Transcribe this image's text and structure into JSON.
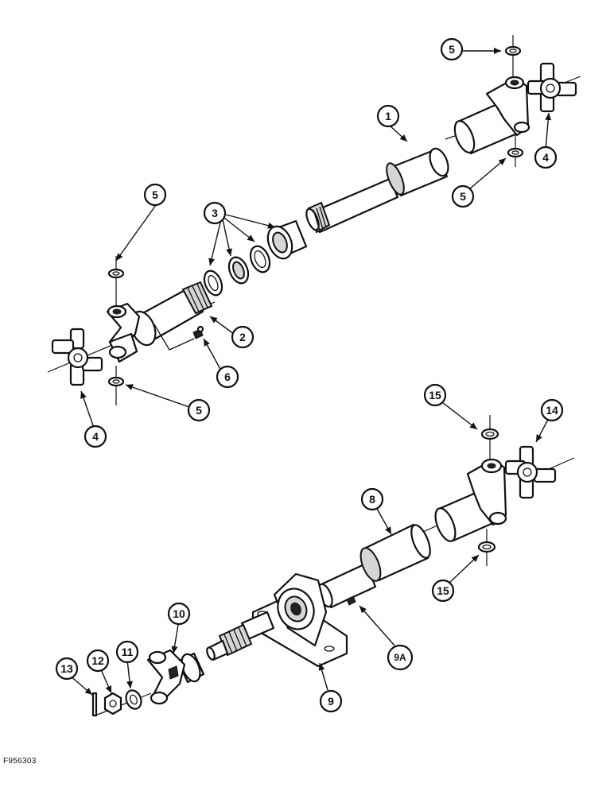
{
  "figure_id": "F956303",
  "callouts": {
    "c1": "1",
    "c2": "2",
    "c3": "3",
    "c4a": "4",
    "c4b": "4",
    "c5a": "5",
    "c5b": "5",
    "c5c": "5",
    "c5d": "5",
    "c6": "6",
    "c8": "8",
    "c9": "9",
    "c9a": "9A",
    "c10": "10",
    "c11": "11",
    "c12": "12",
    "c13": "13",
    "c14": "14",
    "c15a": "15",
    "c15b": "15"
  }
}
